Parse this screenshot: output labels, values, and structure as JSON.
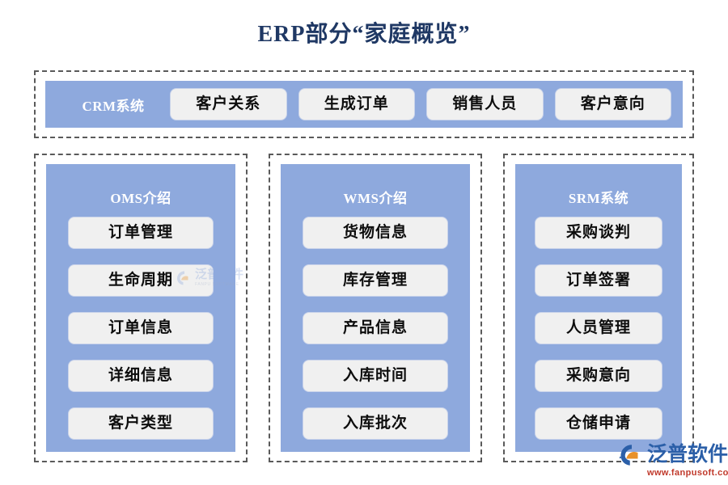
{
  "page": {
    "title": "ERP部分“家庭概览”",
    "background_color": "#ffffff",
    "title_color": "#1f3864",
    "panel_color": "#8ea9dd",
    "pill_color": "#f0f0f0",
    "dashed_border_color": "#5a5a5a"
  },
  "crm": {
    "label": "CRM系统",
    "items": [
      {
        "label": "客户关系"
      },
      {
        "label": "生成订单"
      },
      {
        "label": "销售人员"
      },
      {
        "label": "客户意向"
      }
    ]
  },
  "columns": [
    {
      "title": "OMS介绍",
      "items": [
        {
          "label": "订单管理"
        },
        {
          "label": "生命周期"
        },
        {
          "label": "订单信息"
        },
        {
          "label": "详细信息"
        },
        {
          "label": "客户类型"
        }
      ]
    },
    {
      "title": "WMS介绍",
      "items": [
        {
          "label": "货物信息"
        },
        {
          "label": "库存管理"
        },
        {
          "label": "产品信息"
        },
        {
          "label": "入库时间"
        },
        {
          "label": "入库批次"
        }
      ]
    },
    {
      "title": "SRM系统",
      "items": [
        {
          "label": "采购谈判"
        },
        {
          "label": "订单签署"
        },
        {
          "label": "人员管理"
        },
        {
          "label": "采购意向"
        },
        {
          "label": "仓储申请"
        }
      ]
    }
  ],
  "watermark": {
    "brand_cn": "泛普软件",
    "brand_en": "FANPU SOFTWARE"
  },
  "logo": {
    "brand_cn": "泛普软件",
    "url": "www.fanpusoft.com",
    "brand_color": "#2b5fa8",
    "url_color": "#c0392b",
    "accent_color": "#e8912a"
  }
}
